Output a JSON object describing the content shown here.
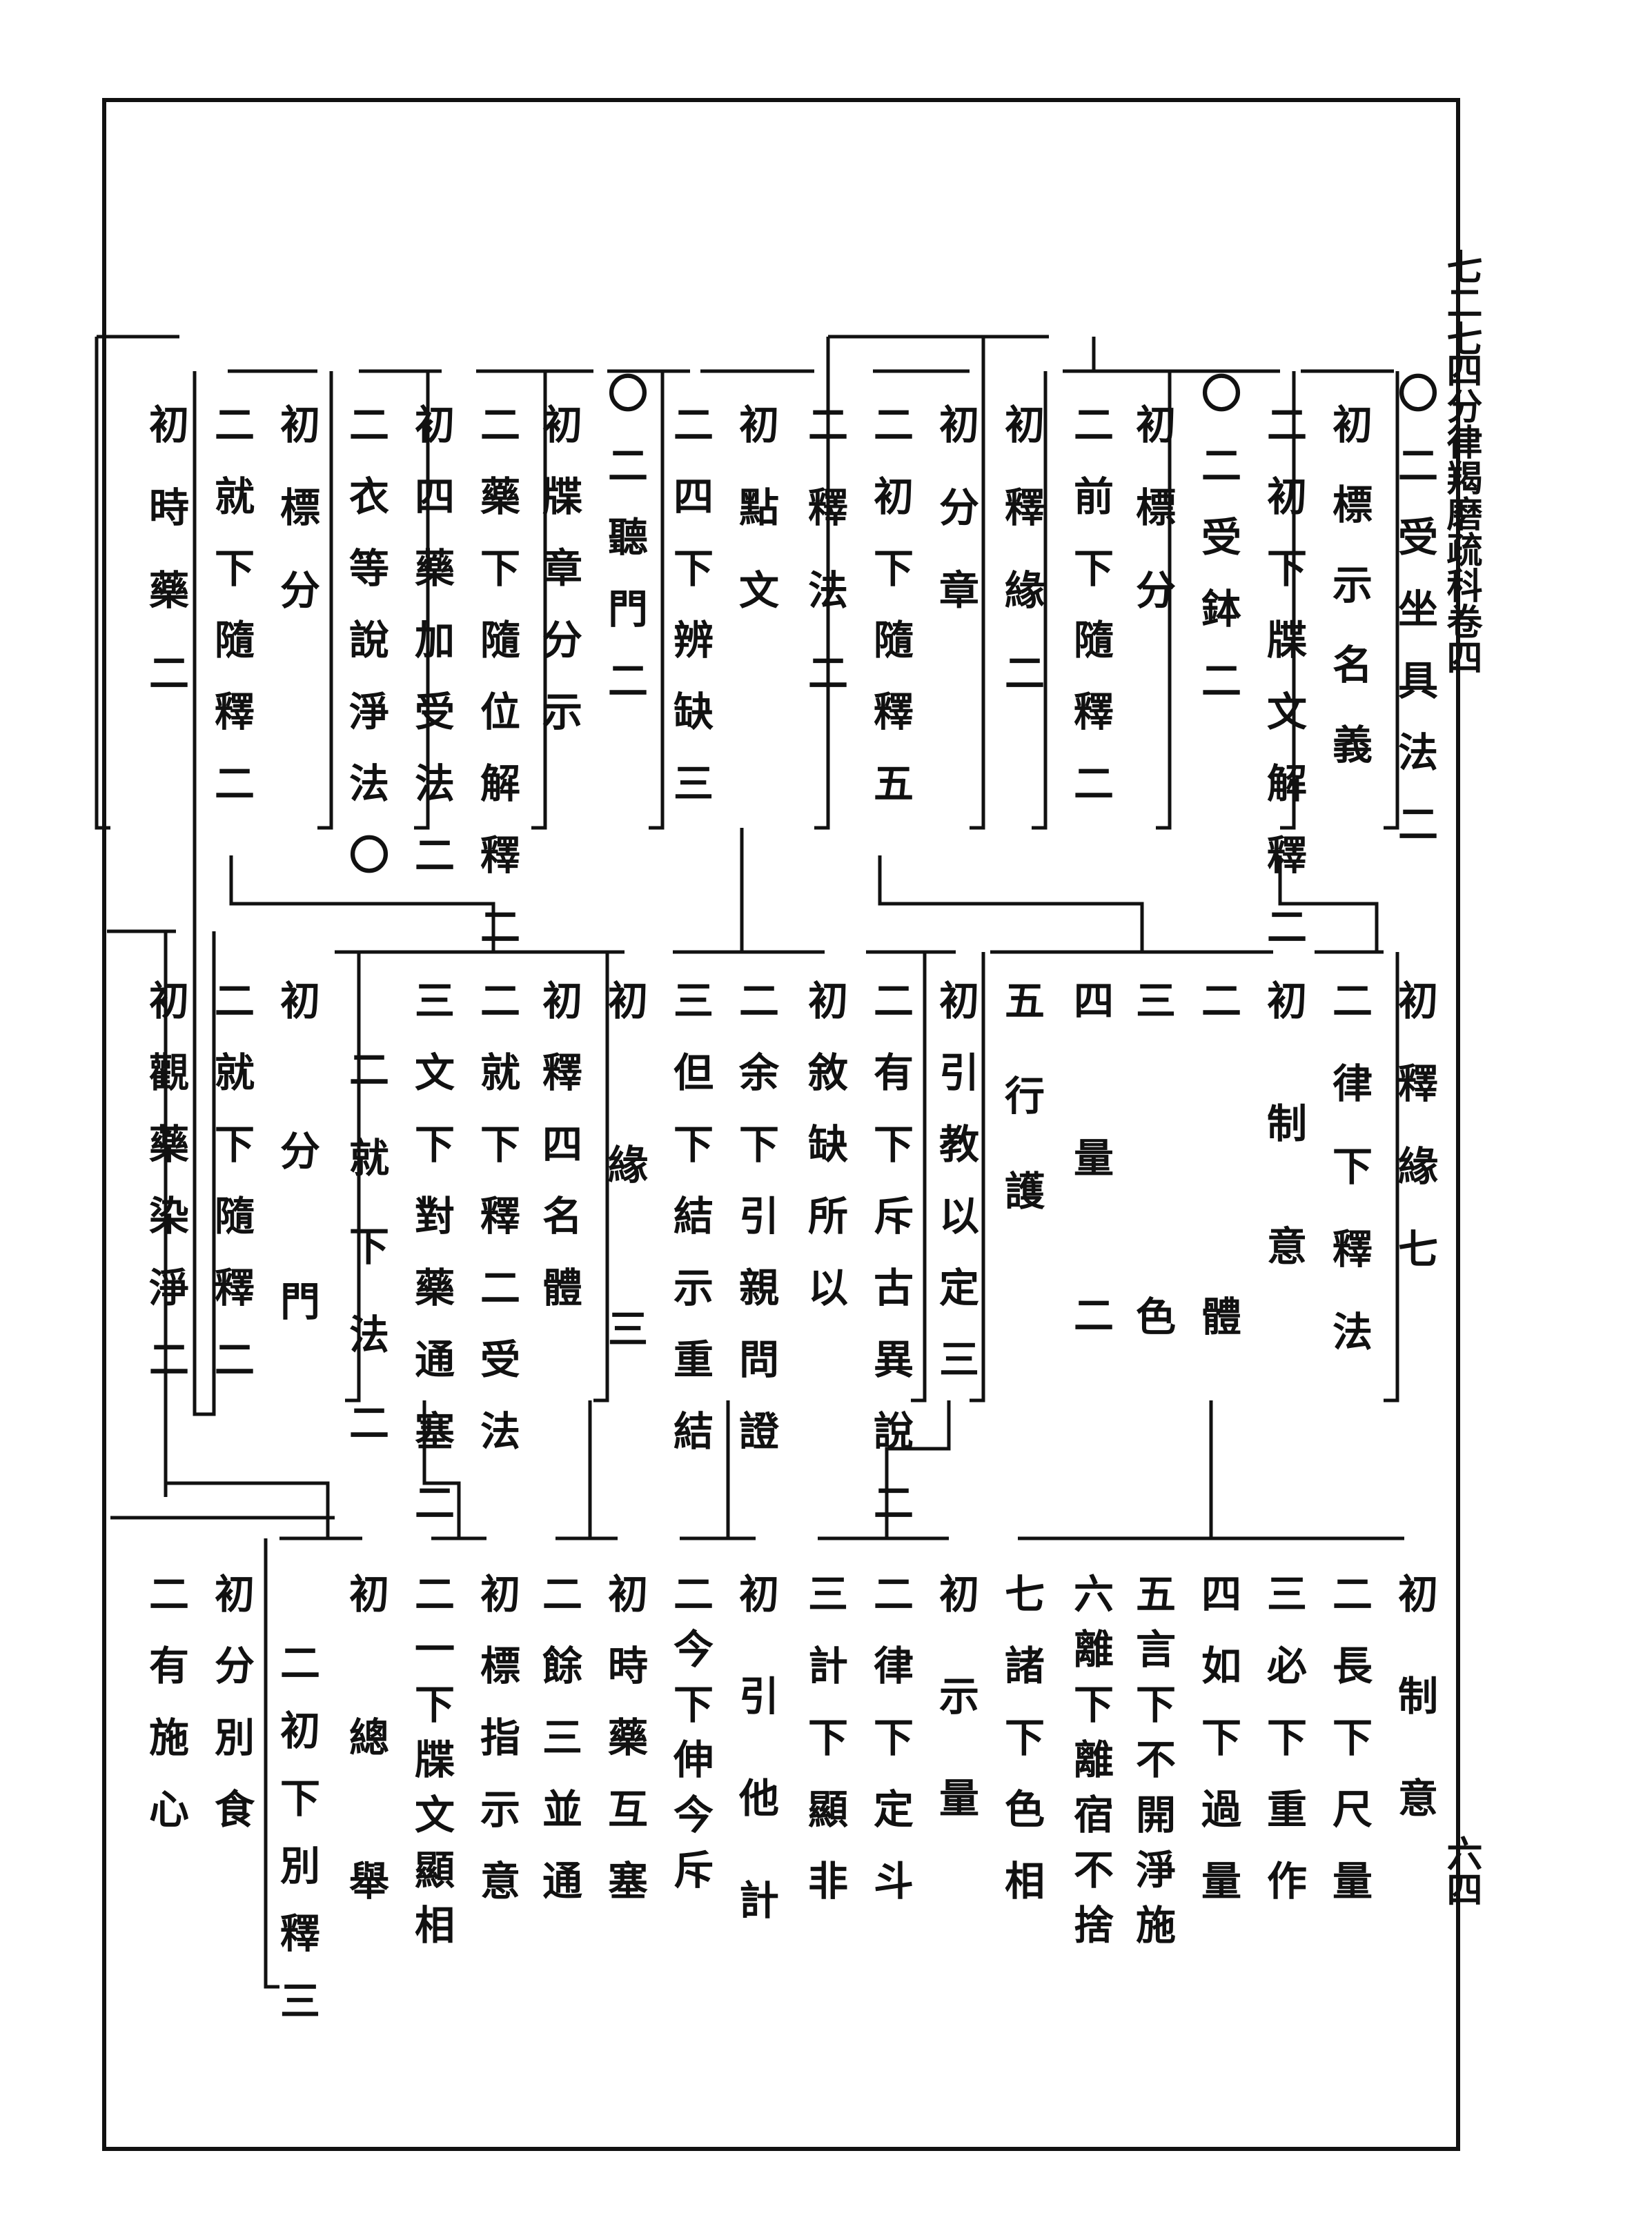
{
  "header": {
    "page_number_top": "七二七",
    "book_title": "四分律羯磨疏科卷四",
    "folio": "六四"
  },
  "tree_rows": [
    {
      "columns": [
        "〇二受坐具法二",
        "初標示名義",
        "二初下牒文解釋二",
        "〇二受鉢二",
        "初標分",
        "二前下隨釋二",
        "初釋緣二",
        "初分章",
        "二初下隨釋五",
        "二釋法二",
        "初點文",
        "二四下辨缺三",
        "〇二聽門二",
        "初牒章分示",
        "二藥下隨位解釋二",
        "初四藥加受法二",
        "二衣等說淨法〇",
        "初標分",
        "二就下隨釋二",
        "初時藥二"
      ]
    },
    {
      "columns": [
        "初釋緣七",
        "二律下釋法",
        "初制意",
        "二體",
        "三色",
        "四量二",
        "五行護",
        "初引教以定三",
        "二有下斥古異說二",
        "初敘缺所以",
        "二余下引親問證",
        "三但下結示重結",
        "初緣三",
        "初釋四名體",
        "二就下釋二受法",
        "三文下對藥通塞二",
        "二就下法二",
        "初分門",
        "二就下隨釋二",
        "初觀藥染淨二"
      ]
    },
    {
      "columns": [
        "初制意",
        "二長下尺量",
        "三必下重作",
        "四如下過量",
        "五言下不開淨施",
        "六離下離宿不捨",
        "七諸下色相",
        "初示量",
        "二律下定斗",
        "三計下顯非",
        "初引他計",
        "二今下伸今斥",
        "初時藥互塞",
        "二餘三並通",
        "初標指示意",
        "二一下牒文顯相",
        "初總舉",
        "二初下別釋三",
        "初分別食",
        "二有施心"
      ]
    }
  ]
}
